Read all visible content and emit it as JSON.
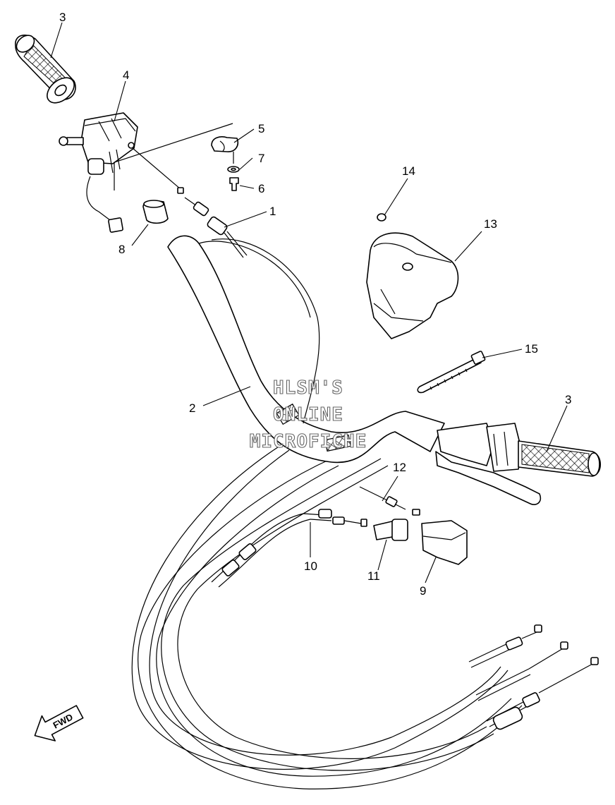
{
  "diagram": {
    "callouts": [
      {
        "id": "c3a",
        "label": "3"
      },
      {
        "id": "c4",
        "label": "4"
      },
      {
        "id": "c5",
        "label": "5"
      },
      {
        "id": "c7",
        "label": "7"
      },
      {
        "id": "c6",
        "label": "6"
      },
      {
        "id": "c1",
        "label": "1"
      },
      {
        "id": "c8",
        "label": "8"
      },
      {
        "id": "c14",
        "label": "14"
      },
      {
        "id": "c13",
        "label": "13"
      },
      {
        "id": "c15",
        "label": "15"
      },
      {
        "id": "c2",
        "label": "2"
      },
      {
        "id": "c3b",
        "label": "3"
      },
      {
        "id": "c12",
        "label": "12"
      },
      {
        "id": "c10",
        "label": "10"
      },
      {
        "id": "c11",
        "label": "11"
      },
      {
        "id": "c9",
        "label": "9"
      }
    ],
    "watermark": [
      "HLSM'S",
      "ONLINE",
      "MICROFICHE"
    ],
    "direction_label": "FWD"
  }
}
